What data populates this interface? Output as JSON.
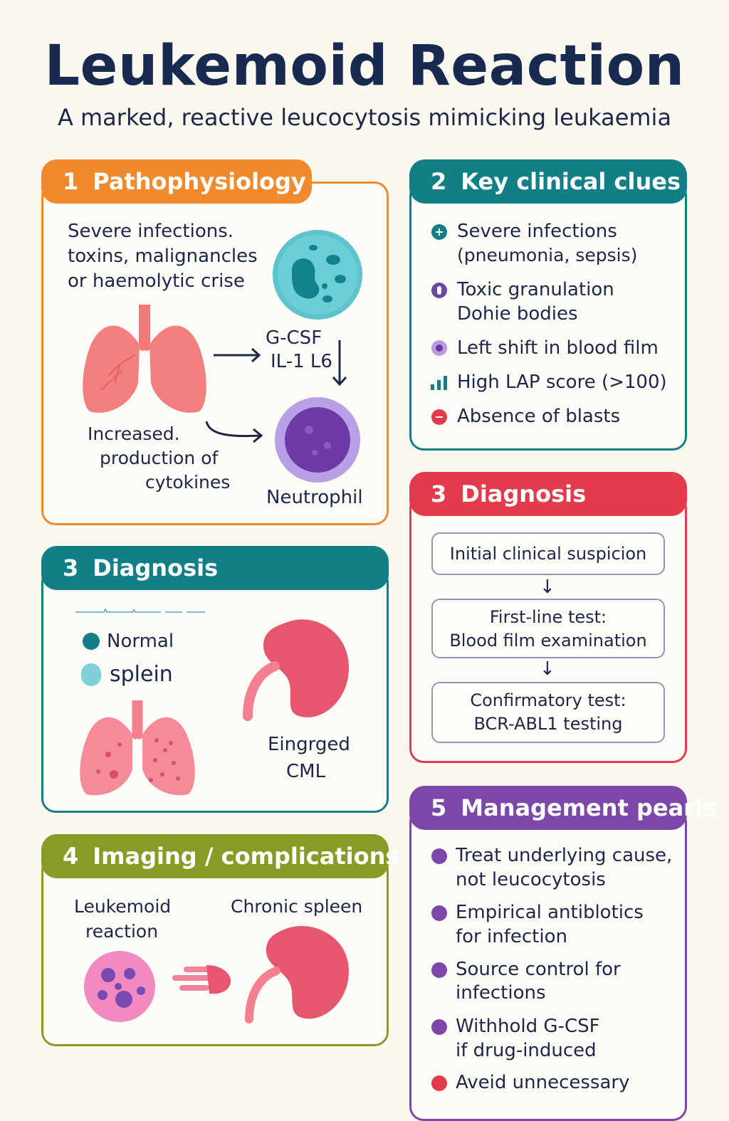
{
  "header": {
    "title": "Leukemoid Reaction",
    "subtitle": "A marked, reactive leucocytosis mimicking leukaemia"
  },
  "colors": {
    "orange": "#f08a2c",
    "teal": "#127f86",
    "red": "#e23b4b",
    "olive": "#8a9a26",
    "purple": "#7b47a8"
  },
  "pathophysiology": {
    "number": "1",
    "title": "Pathophysiology",
    "causes": [
      "Severe infections.",
      "toxins, malignancles",
      "or haemolytic crise"
    ],
    "cytokines": [
      "G-CSF",
      "IL-1 L6"
    ],
    "production": [
      "Increased.",
      "production of",
      "cytokines"
    ],
    "cell_label": "Neutrophil"
  },
  "clinical_clues": {
    "number": "2",
    "title": "Key clinical clues",
    "items": [
      {
        "lines": [
          "Severe infections",
          "(pneumonia, sepsis)"
        ],
        "icon": "plus-circle-icon"
      },
      {
        "lines": [
          "Toxic granulation",
          "Dohie bodies"
        ],
        "icon": "granule-icon"
      },
      {
        "lines": [
          "Left shift in blood film"
        ],
        "icon": "dot-circle-icon"
      },
      {
        "lines": [
          "High LAP score (>100)"
        ],
        "icon": "bar-chart-icon"
      },
      {
        "lines": [
          "Absence of blasts"
        ],
        "icon": "minus-circle-icon"
      }
    ]
  },
  "diagnosis_left": {
    "number": "3",
    "title": "Diagnosis",
    "legend": [
      "Normal",
      "splein"
    ],
    "organ_label": [
      "Eingrged",
      "CML"
    ]
  },
  "diagnosis_right": {
    "number": "3",
    "title": "Diagnosis",
    "steps": [
      [
        "Initial clinical suspicion"
      ],
      [
        "First-line test:",
        "Blood film examination"
      ],
      [
        "Confirmatory test:",
        "BCR-ABL1 testing"
      ]
    ]
  },
  "imaging": {
    "number": "4",
    "title": "Imaging / complications",
    "left_label": [
      "Leukemoid",
      "reaction"
    ],
    "right_label": "Chronic spleen"
  },
  "management": {
    "number": "5",
    "title": "Management pearls",
    "items": [
      [
        "Treat underlying cause,",
        "not leucocytosis"
      ],
      [
        "Empirical antiblotics",
        "for infection"
      ],
      [
        "Source control for",
        "infections"
      ],
      [
        "Withhold G-CSF",
        "if drug-induced"
      ],
      [
        "Aveid unnecessary"
      ]
    ]
  }
}
